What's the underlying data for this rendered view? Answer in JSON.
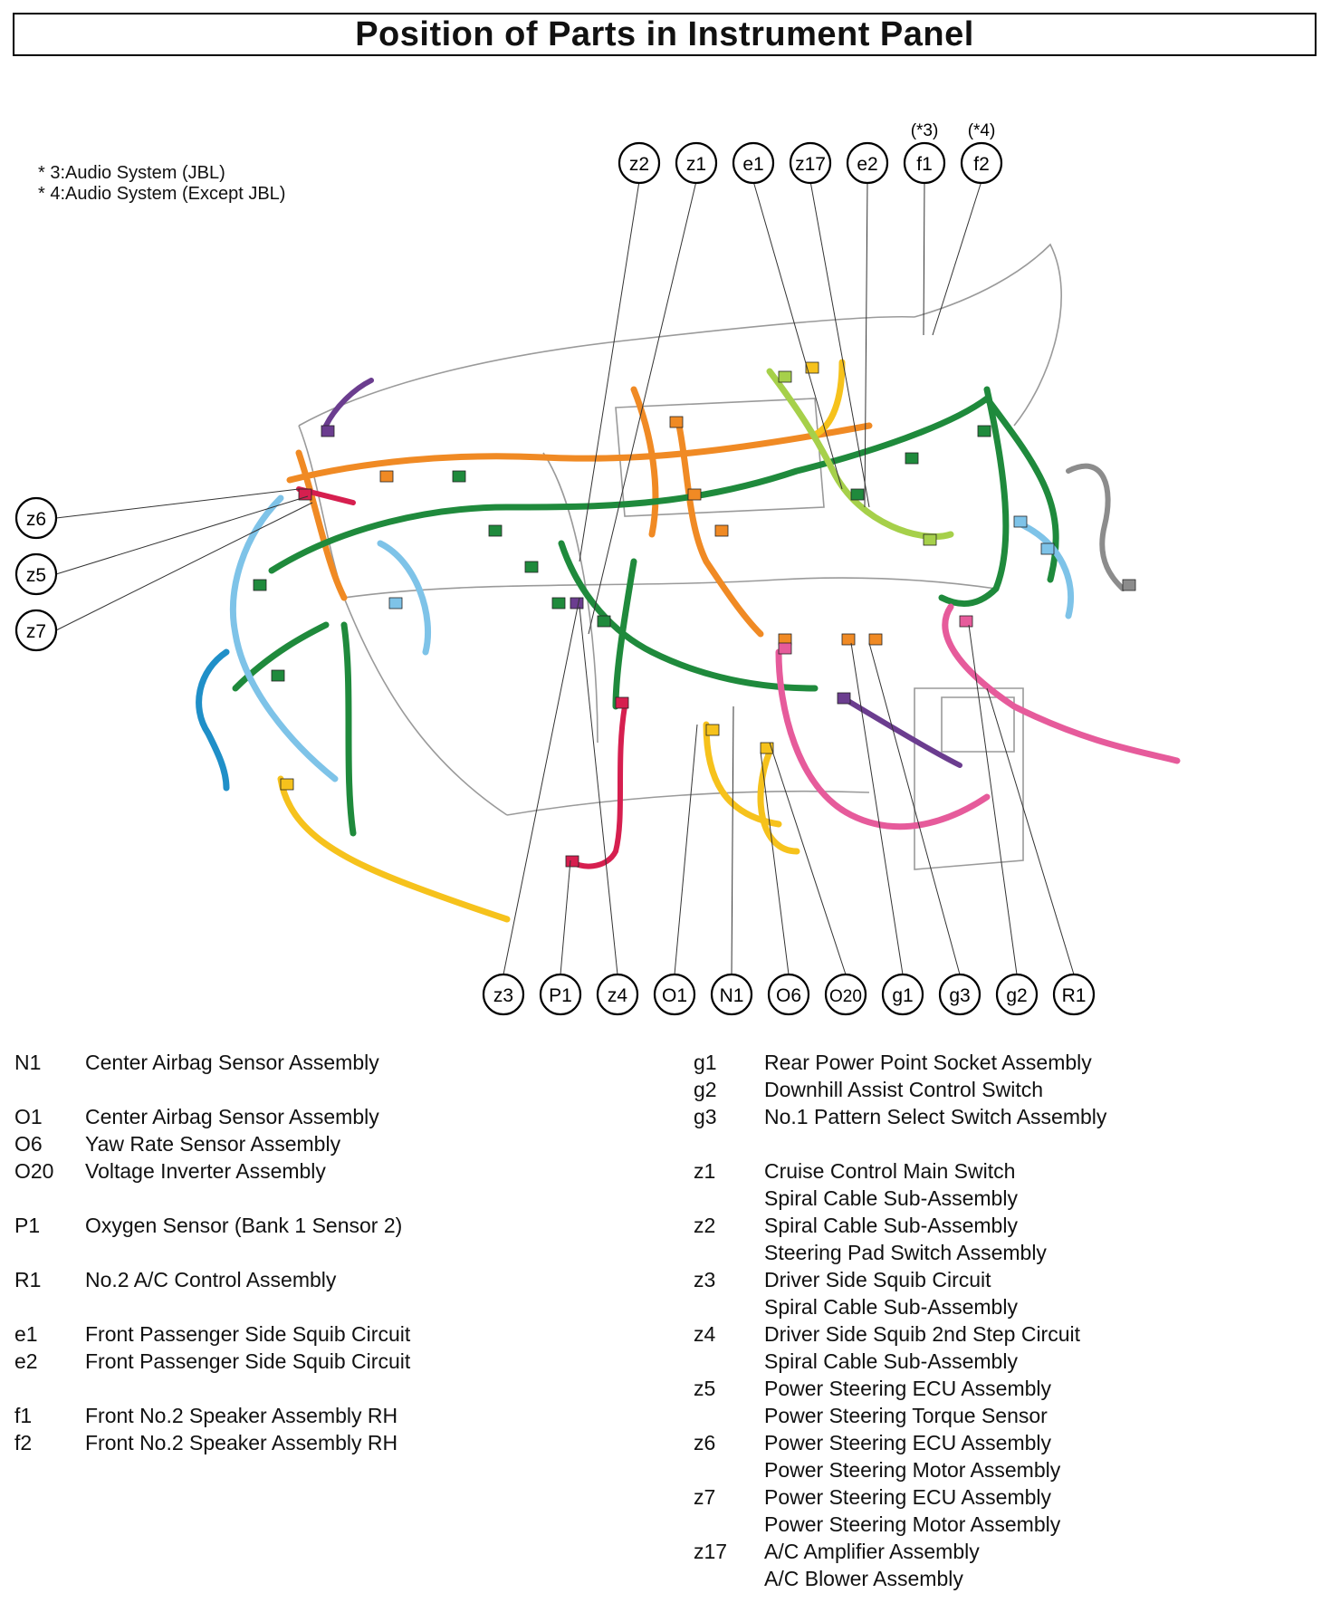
{
  "title": "Position of Parts in Instrument Panel",
  "notes": [
    "* 3:Audio System (JBL)",
    "* 4:Audio System (Except JBL)"
  ],
  "footnote_marks": {
    "f1": "(*3)",
    "f2": "(*4)"
  },
  "callouts": {
    "top": [
      "z2",
      "z1",
      "e1",
      "z17",
      "e2",
      "f1",
      "f2"
    ],
    "left": [
      "z6",
      "z5",
      "z7"
    ],
    "bottom": [
      "z3",
      "P1",
      "z4",
      "O1",
      "N1",
      "O6",
      "O20",
      "g1",
      "g3",
      "g2",
      "R1"
    ]
  },
  "harness_colors": {
    "green": "#1f8a3c",
    "orange": "#f08a24",
    "light_blue": "#7ec3e8",
    "blue": "#1f8fc8",
    "yellow": "#f6c21c",
    "lime": "#a6d04a",
    "pink": "#e65b9b",
    "crimson": "#d61f4f",
    "purple": "#6b3d8f",
    "gray": "#8c8c8c"
  },
  "legend_left": [
    {
      "code": "N1",
      "desc": "Center Airbag Sensor Assembly"
    },
    {
      "gap": true
    },
    {
      "code": "O1",
      "desc": "Center Airbag Sensor Assembly"
    },
    {
      "code": "O6",
      "desc": "Yaw Rate Sensor Assembly"
    },
    {
      "code": "O20",
      "desc": "Voltage Inverter Assembly"
    },
    {
      "gap": true
    },
    {
      "code": "P1",
      "desc": "Oxygen Sensor (Bank 1 Sensor 2)"
    },
    {
      "gap": true
    },
    {
      "code": "R1",
      "desc": "No.2 A/C Control Assembly"
    },
    {
      "gap": true
    },
    {
      "code": "e1",
      "desc": "Front Passenger Side Squib Circuit"
    },
    {
      "code": "e2",
      "desc": "Front Passenger Side Squib Circuit"
    },
    {
      "gap": true
    },
    {
      "code": "f1",
      "desc": "Front No.2 Speaker Assembly RH"
    },
    {
      "code": "f2",
      "desc": "Front No.2 Speaker Assembly RH"
    }
  ],
  "legend_right": [
    {
      "code": "g1",
      "desc": "Rear Power Point Socket Assembly"
    },
    {
      "code": "g2",
      "desc": "Downhill Assist Control Switch"
    },
    {
      "code": "g3",
      "desc": "No.1 Pattern Select Switch Assembly"
    },
    {
      "gap": true
    },
    {
      "code": "z1",
      "desc": "Cruise Control Main Switch"
    },
    {
      "code": "",
      "desc": "Spiral Cable Sub-Assembly"
    },
    {
      "code": "z2",
      "desc": "Spiral Cable Sub-Assembly"
    },
    {
      "code": "",
      "desc": "Steering Pad Switch Assembly"
    },
    {
      "code": "z3",
      "desc": "Driver Side Squib Circuit"
    },
    {
      "code": "",
      "desc": "Spiral Cable Sub-Assembly"
    },
    {
      "code": "z4",
      "desc": "Driver Side Squib 2nd Step Circuit"
    },
    {
      "code": "",
      "desc": "Spiral Cable Sub-Assembly"
    },
    {
      "code": "z5",
      "desc": "Power Steering ECU Assembly"
    },
    {
      "code": "",
      "desc": "Power Steering Torque Sensor"
    },
    {
      "code": "z6",
      "desc": "Power Steering ECU Assembly"
    },
    {
      "code": "",
      "desc": "Power Steering Motor Assembly"
    },
    {
      "code": "z7",
      "desc": "Power Steering ECU Assembly"
    },
    {
      "code": "",
      "desc": "Power Steering Motor Assembly"
    },
    {
      "code": "z17",
      "desc": "A/C Amplifier Assembly"
    },
    {
      "code": "",
      "desc": "A/C Blower Assembly"
    }
  ]
}
